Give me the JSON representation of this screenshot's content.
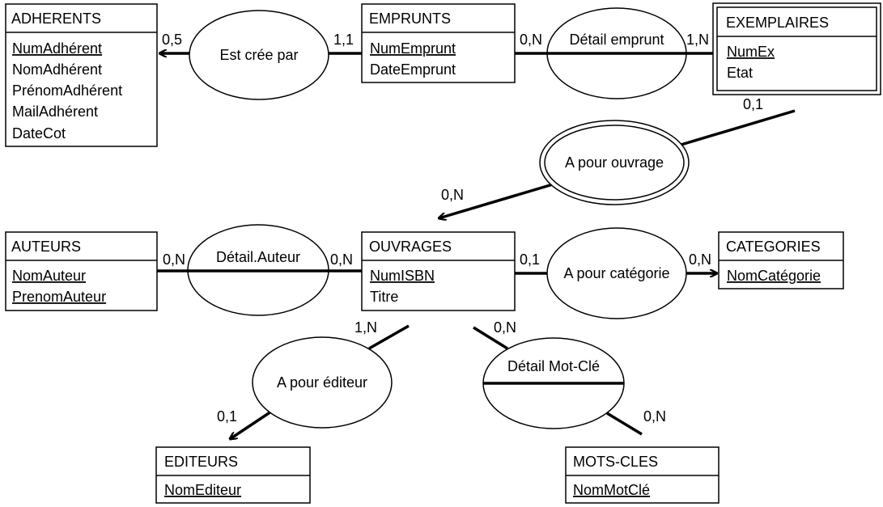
{
  "entities": {
    "adherents": {
      "title": "ADHERENTS",
      "attributes": [
        {
          "text": "NumAdhérent",
          "key": true
        },
        {
          "text": "NomAdhérent",
          "key": false
        },
        {
          "text": "PrénomAdhérent",
          "key": false
        },
        {
          "text": "MailAdhérent",
          "key": false
        },
        {
          "text": "DateCot",
          "key": false
        }
      ]
    },
    "emprunts": {
      "title": "EMPRUNTS",
      "attributes": [
        {
          "text": "NumEmprunt",
          "key": true
        },
        {
          "text": "DateEmprunt",
          "key": false
        }
      ]
    },
    "exemplaires": {
      "title": "EXEMPLAIRES",
      "attributes": [
        {
          "text": "NumEx",
          "key": true
        },
        {
          "text": "Etat",
          "key": false
        }
      ]
    },
    "auteurs": {
      "title": "AUTEURS",
      "attributes": [
        {
          "text": "NomAuteur",
          "key": true
        },
        {
          "text": "PrenomAuteur",
          "key": true
        }
      ]
    },
    "ouvrages": {
      "title": "OUVRAGES",
      "attributes": [
        {
          "text": "NumISBN",
          "key": true
        },
        {
          "text": "Titre",
          "key": false
        }
      ]
    },
    "categories": {
      "title": "CATEGORIES",
      "attributes": [
        {
          "text": "NomCatégorie",
          "key": true
        }
      ]
    },
    "editeurs": {
      "title": "EDITEURS",
      "attributes": [
        {
          "text": "NomEditeur",
          "key": true
        }
      ]
    },
    "motscles": {
      "title": "MOTS-CLES",
      "attributes": [
        {
          "text": "NomMotClé",
          "key": true
        }
      ]
    }
  },
  "associations": {
    "est_cree_par": "Est crée par",
    "detail_emprunt": "Détail emprunt",
    "a_pour_ouvrage": "A pour ouvrage",
    "detail_auteur": "Détail.Auteur",
    "a_pour_categorie": "A pour catégorie",
    "a_pour_editeur": "A pour éditeur",
    "detail_mot_cle": "Détail Mot-Clé"
  },
  "cardinalities": {
    "adherents_est_cree_par": "0,5",
    "emprunts_est_cree_par": "1,1",
    "emprunts_detail_emprunt": "0,N",
    "exemplaires_detail_emprunt": "1,N",
    "exemplaires_a_pour_ouvrage": "0,1",
    "ouvrages_a_pour_ouvrage": "0,N",
    "auteurs_detail_auteur": "0,N",
    "ouvrages_detail_auteur": "0,N",
    "ouvrages_a_pour_categorie": "0,1",
    "categories_a_pour_categorie": "0,N",
    "ouvrages_a_pour_editeur": "1,N",
    "editeurs_a_pour_editeur": "0,1",
    "ouvrages_detail_mot_cle": "0,N",
    "motscles_detail_mot_cle": "0,N"
  }
}
